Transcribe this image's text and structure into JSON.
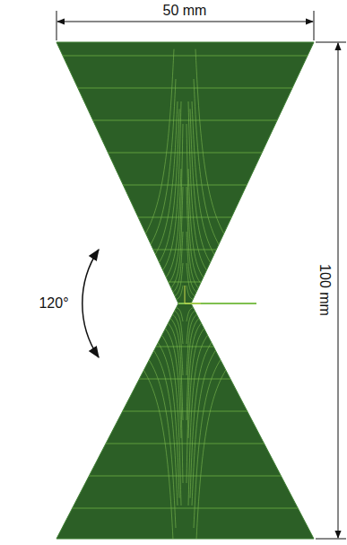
{
  "diagram": {
    "labels": [
      "50 mm",
      "120°",
      "100 mm"
    ]
  }
}
